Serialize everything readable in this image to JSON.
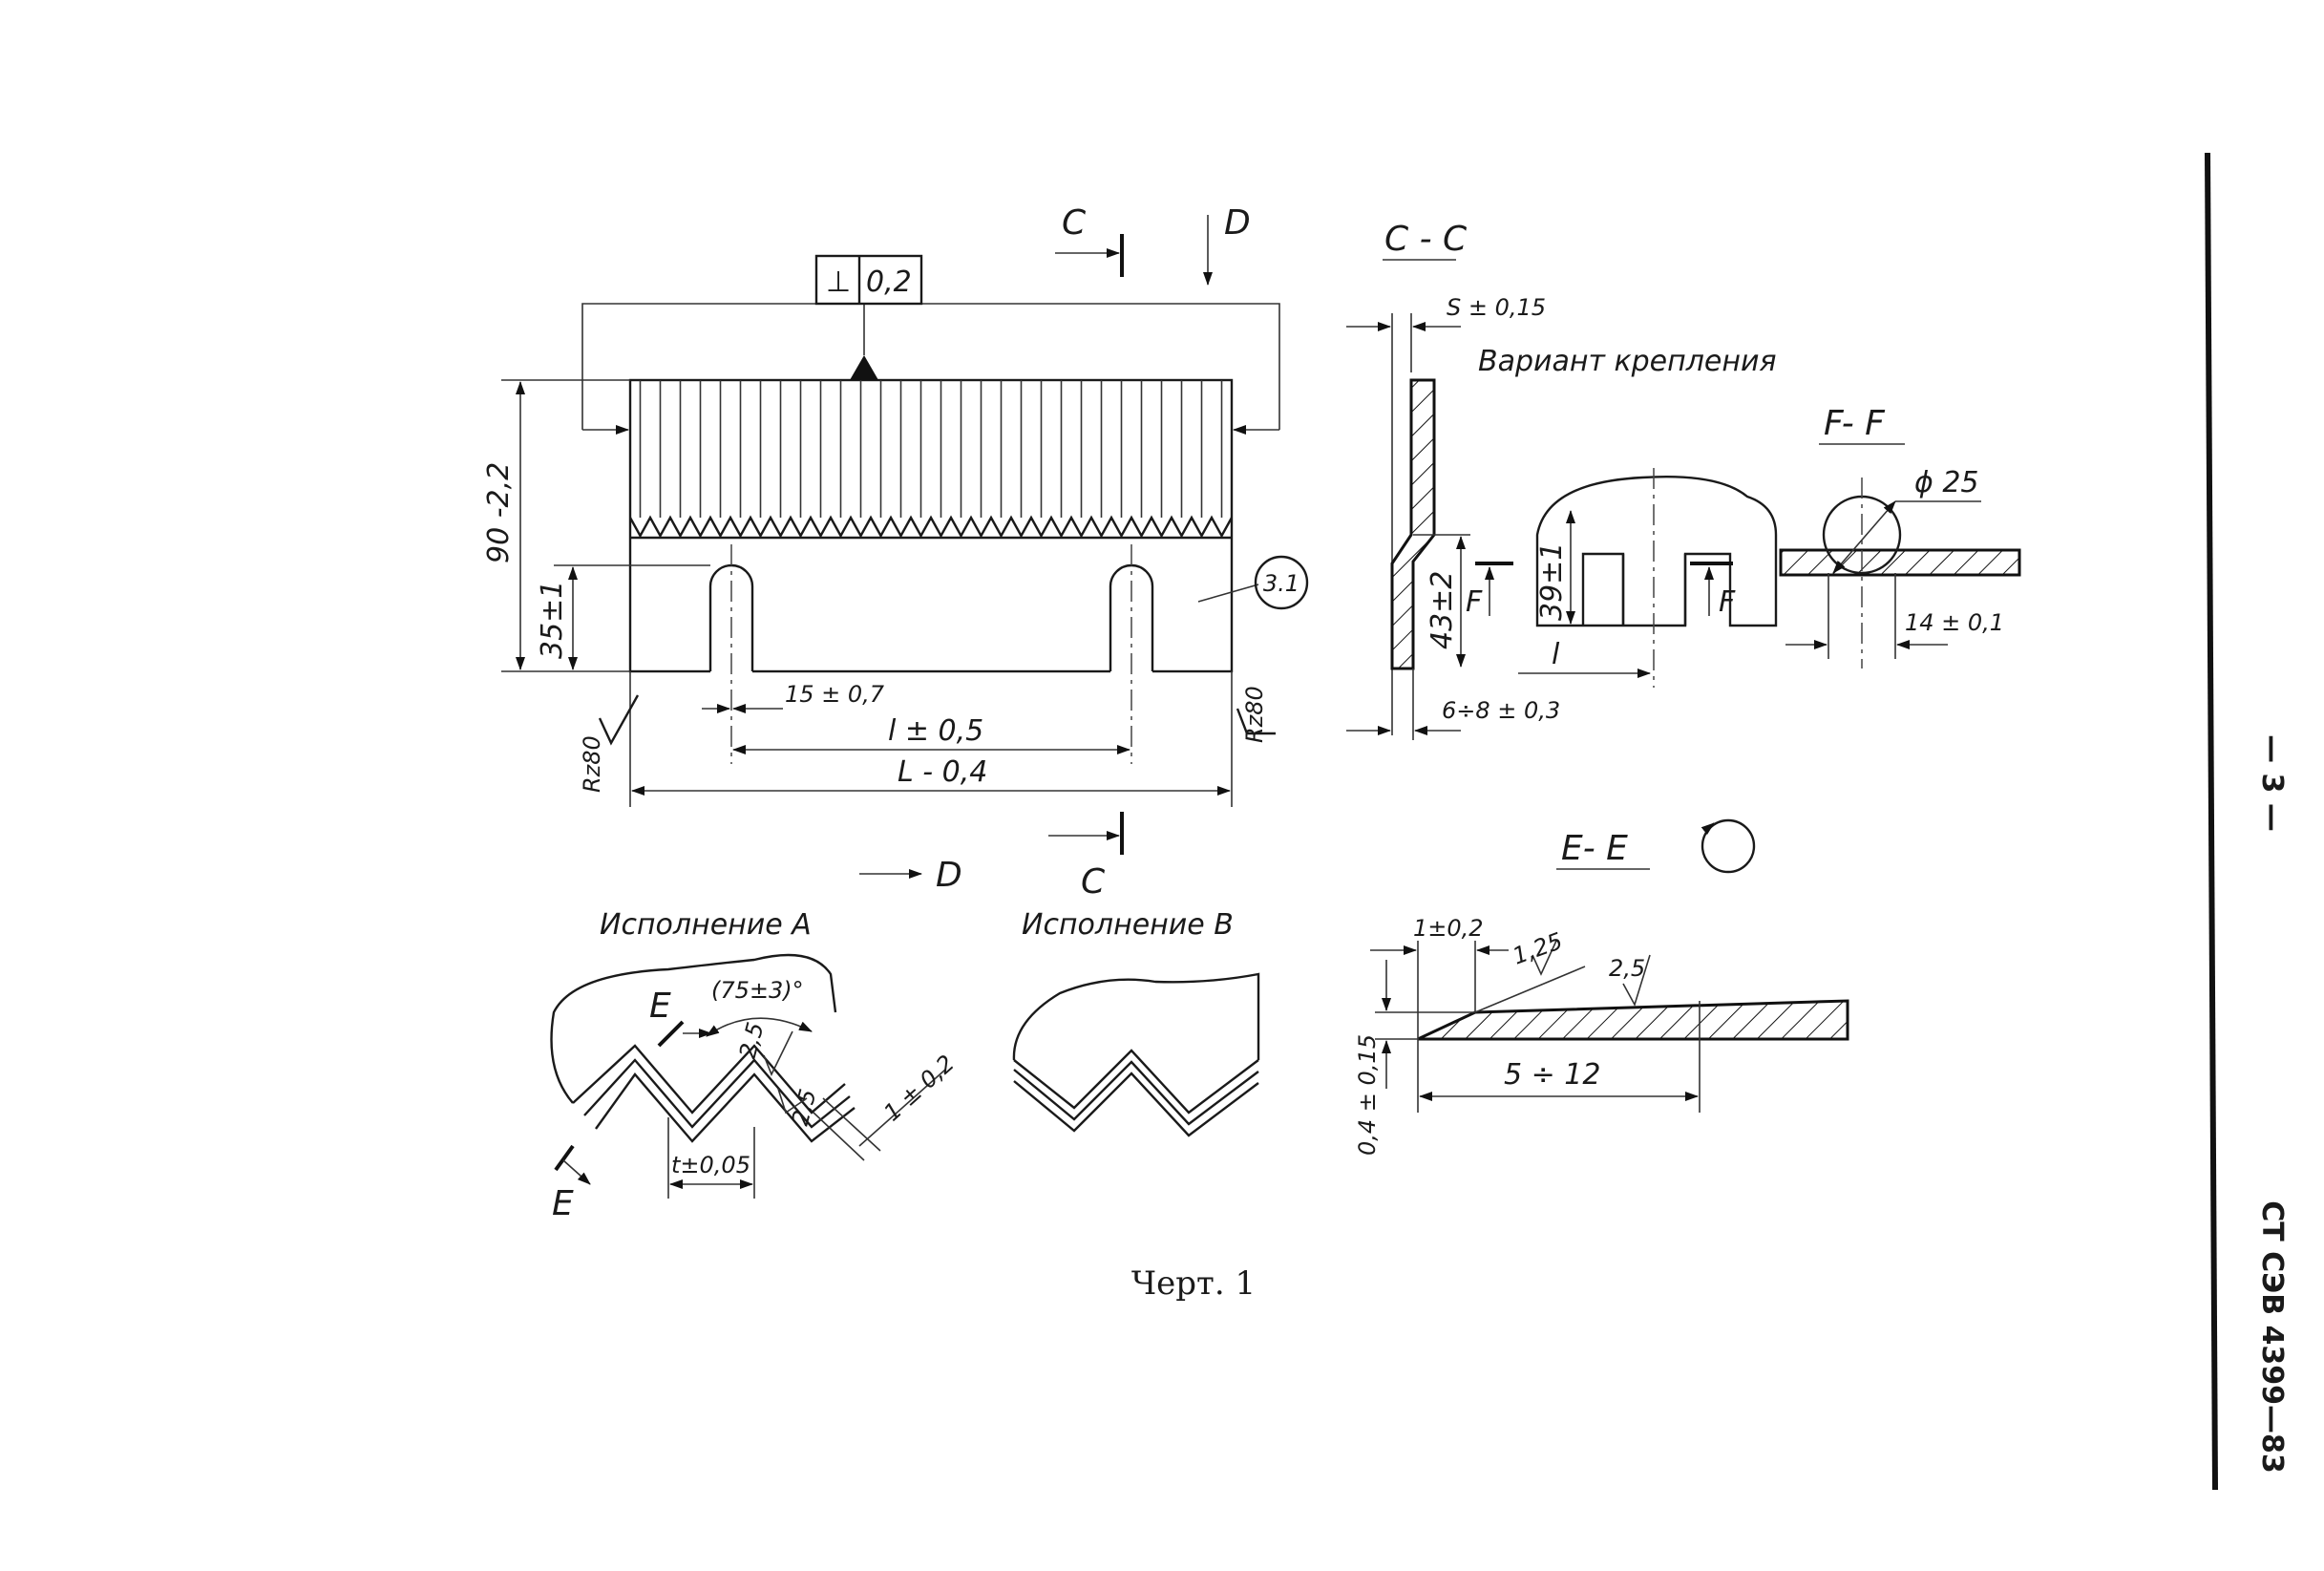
{
  "sheet": {
    "standard_code": "СТ СЭВ 4399—83",
    "page_number": "— 3 —",
    "caption": "Черт. 1"
  },
  "main_view": {
    "tolerance_symbol": "⊥",
    "tolerance_value": "0,2",
    "height_dim": "90 -2,2",
    "slot_height_dim": "35±1",
    "slot_offset_dim": "15 ± 0,7",
    "pitch_dim": "l ± 0,5",
    "length_dim": "L - 0,4",
    "roughness_left": "Rz80",
    "roughness_right": "Rz80",
    "callout": "3.1",
    "section_c_top": "C",
    "section_d_top": "D",
    "section_c_bottom": "C",
    "section_d_bottom": "D"
  },
  "section_cc": {
    "title": "C - C",
    "thickness_dim": "S ± 0,15",
    "height_dim": "43±2",
    "offset_dim": "6÷8 ± 0,3",
    "section_letter": "F"
  },
  "mount_variant": {
    "title": "Вариант крепления",
    "slot_dim": "39±1",
    "pitch_label": "l",
    "section_letter": "F"
  },
  "section_ff": {
    "title": "F- F",
    "diameter_dim": "ϕ 25",
    "width_dim": "14 ± 0,1"
  },
  "execution_a": {
    "title": "Исполнение А",
    "angle_dim": "(75±3)°",
    "rough_1": "2,5",
    "rough_2": "2,5",
    "edge_dim": "1 ± 0,2",
    "pitch_dim": "t±0,05",
    "section_letter_top": "E",
    "section_letter_bottom": "E"
  },
  "execution_b": {
    "title": "Исполнение В"
  },
  "section_ee": {
    "title": "E- E",
    "edge_dim": "1±0,2",
    "rough_1": "1,25",
    "rough_2": "2,5",
    "thickness_dim": "0,4 ± 0,15",
    "length_dim": "5 ÷ 12"
  }
}
